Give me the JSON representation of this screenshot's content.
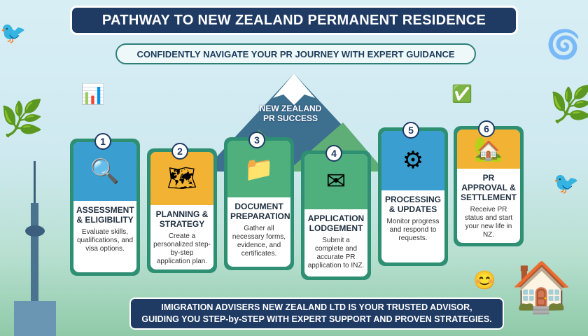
{
  "title": "PATHWAY TO NEW ZEALAND PERMANENT RESIDENCE",
  "subtitle": "CONFIDENTLY NAVIGATE YOUR PR JOURNEY WITH EXPERT GUIDANCE",
  "mountain_label": {
    "line1": "NEW ZEALAND",
    "line2": "PR SUCCESS"
  },
  "steps": [
    {
      "number": "1",
      "title": "ASSESSMENT & ELIGIBILITY",
      "desc": "Evaluate skills, qualifications, and visa options.",
      "icon": "magnifier-document-icon",
      "color": "#3a9fd0"
    },
    {
      "number": "2",
      "title": "PLANNING & STRATEGY",
      "desc": "Create a personalized step-by-step application plan.",
      "icon": "map-icon",
      "color": "#f2b233"
    },
    {
      "number": "3",
      "title": "DOCUMENT PREPARATION",
      "desc": "Gather all necessary forms, evidence, and certificates.",
      "icon": "folder-checklist-icon",
      "color": "#4fb07e"
    },
    {
      "number": "4",
      "title": "APPLICATION LODGEMENT",
      "desc": "Submit a complete and accurate PR application to INZ.",
      "icon": "envelope-computer-icon",
      "color": "#4fb07e"
    },
    {
      "number": "5",
      "title": "PROCESSING & UPDATES",
      "desc": "Monitor progress and respond to requests.",
      "icon": "gear-clock-icon",
      "color": "#3a9fd0"
    },
    {
      "number": "6",
      "title": "PR APPROVAL & SETTLEMENT",
      "desc": "Receive PR status and start your new life in NZ.",
      "icon": "house-flag-icon",
      "color": "#f2b233"
    }
  ],
  "bottom": {
    "line1": "IMIGRATION ADVISERS NEW ZEALAND LTD IS YOUR TRUSTED ADVISOR,",
    "line2": "GUIDING YOU STEP-by-STEP WITH EXPERT SUPPORT AND PROVEN STRATEGIES."
  }
}
